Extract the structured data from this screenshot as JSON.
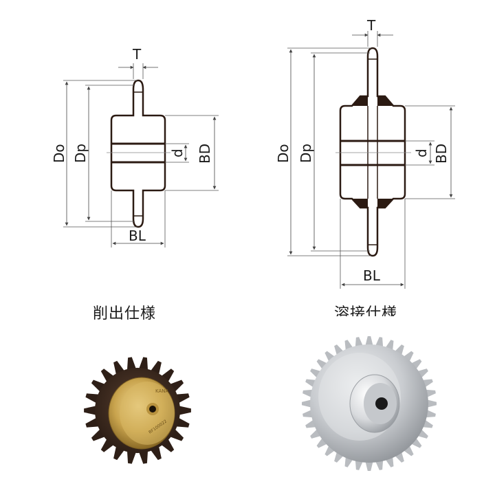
{
  "labels": {
    "left": {
      "t": "T",
      "do": "Do",
      "dp": "Dp",
      "d": "d",
      "bd": "BD",
      "bl": "BL"
    },
    "right": {
      "t": "T",
      "do": "Do",
      "dp": "Dp",
      "d": "d",
      "bd": "BD",
      "bl": "BL"
    }
  },
  "captions": {
    "left": "削出仕様",
    "right": "溶接仕様"
  },
  "photo_text": {
    "brand": "KANA",
    "part_no": "RF100022"
  },
  "colors": {
    "outline": "#2b1a12",
    "dimension": "#555555",
    "brass": "#c9a44e",
    "dark_steel": "#3a2a22",
    "silver": "#cfd2d6"
  }
}
